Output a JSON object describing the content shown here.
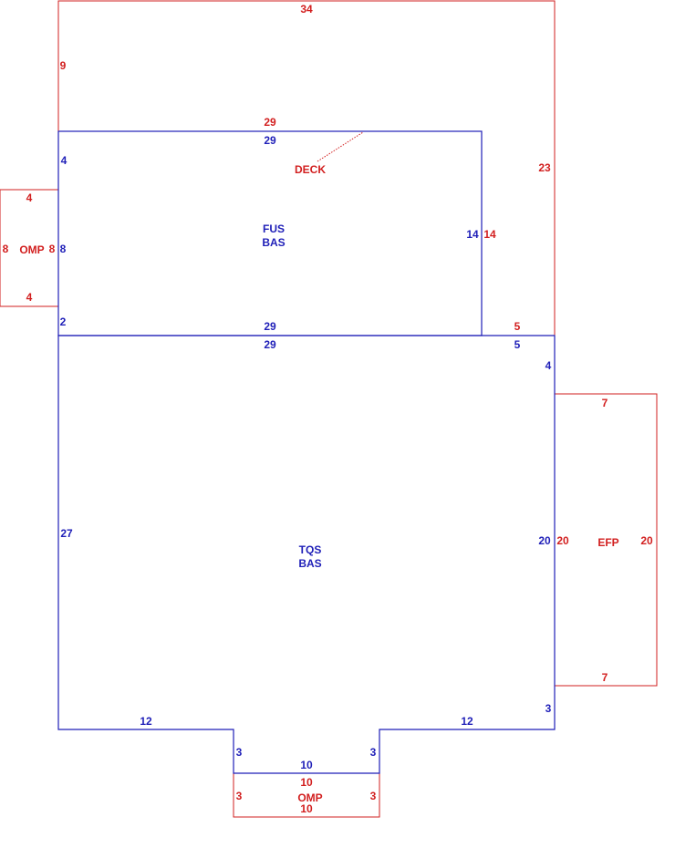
{
  "colors": {
    "addition": "#d21f1f",
    "main": "#1f1fb8"
  },
  "deck": {
    "name": "DECK",
    "top": "34",
    "left": "9",
    "right": "23",
    "bottom_right": "5",
    "inner_top": "29",
    "inner_right": "14"
  },
  "fus": {
    "line1": "FUS",
    "line2": "BAS",
    "top": "29",
    "left_top": "4",
    "left_mid": "8",
    "left_bottom": "2",
    "right": "14",
    "bottom": "29"
  },
  "omp_left": {
    "name": "OMP",
    "top": "4",
    "bottom": "4",
    "left": "8",
    "right": "8"
  },
  "tqs": {
    "line1": "TQS",
    "line2": "BAS",
    "top": "29",
    "top_right": "5",
    "right_top": "4",
    "right_mid": "20",
    "right_bottom": "3",
    "left": "27",
    "bottom_left": "12",
    "bottom_right": "12",
    "notch_left": "3",
    "notch_right": "3",
    "notch_bottom": "10"
  },
  "efp": {
    "name": "EFP",
    "top": "7",
    "bottom": "7",
    "left": "20",
    "right": "20"
  },
  "omp_bottom": {
    "name": "OMP",
    "top": "10",
    "bottom": "10",
    "left": "3",
    "right": "3"
  }
}
